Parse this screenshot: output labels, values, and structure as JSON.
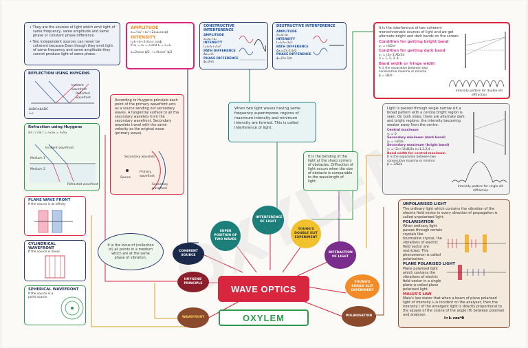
{
  "center": {
    "title": "WAVE OPTICS",
    "brand": "OXYLEM",
    "watermark": "OXYLEM"
  },
  "nodes": {
    "wavefront": "WAVEFRONT",
    "huygens": "HUYGENS' PRINCIPLE",
    "coherent": "COHERENT SOURCE",
    "superposition": "SUPER POSITION OF TWO WAVES",
    "interference": "INTERFERENCE OF LIGHT",
    "youngs_double": "YOUNG'S DOUBLE SLIT EXPERIMENT",
    "diffraction": "DIFFRACTION OF LIGHT",
    "youngs_single": "YOUNG'S SINGLE SLIT EXPERIMENT",
    "polarisation": "POLARISATION"
  },
  "coherent_box": {
    "p1": "They are the sources of light which emit light of same frequency, same amplitude and same phase or constant phase difference.",
    "p2": "Two independent sources can never be coherent because Even though they emit light of same frequency and same amplitude they cannot produce light of same phase."
  },
  "amplitude_box": {
    "h1": "AMPLITUDE",
    "f1": "a=√(a₁²+a₂²+2a₁a₂cosϕ)",
    "h2": "INTENSITY",
    "f2": "I=I₁+I₂+2√(I₁I₂) cosϕ",
    "f3": "If a₁ = a₂ = a and I₁ = I₂=I₀",
    "f4": "a=2acos ϕ/2",
    "f5": "I=4I₀cos² ϕ/2"
  },
  "constructive_box": {
    "h": "CONSTRUCTIVE INTERFERENCE",
    "l1": "AMPLITUDE",
    "v1": "a=a₁+a₂",
    "l2": "INTENSITY",
    "v2": "I=(√I₁+√I₂)²",
    "l3": "PATH DIFFERENCE",
    "v3": "Δx=nλ",
    "l4": "PHASE DIFFERENCE",
    "v4": "ϕ=2nπ"
  },
  "destructive_box": {
    "h": "DESTRUCTIVE INTERFERENCE",
    "l1": "AMPLITUDE",
    "v1": "a=a₁-a₂",
    "l2": "INTENSITY",
    "v2": "I=(√I₁-√I₂)²",
    "l3": "PATH DIFFERENCE",
    "v3": "Δx=(2n-1)λ/2",
    "l4": "PHASE DIFFERENCE",
    "v4": "ϕ=(2n-1)π"
  },
  "ydse_box": {
    "p": "It is the interference of two coherent monochromatic sources of light and we get alternate bright and dark bands on the screen.",
    "h1": "Condition for getting bright band",
    "f1": "yₙ = nλD/d",
    "h2": "Condition for getting dark band",
    "f2": "yₙ = (2n-1)λD/2d",
    "f2b": "n = 1, 2, 3, 4 ...",
    "h3": "Band width or fringe width",
    "p3": "It is the separation between two consecutive maxima or minima",
    "f3": "β = λD/d",
    "cap": "Intensity pattern for double slit diffraction"
  },
  "reflection_box": {
    "h": "REFLECTION USING HUYGENS",
    "l1": "Incident wavefront",
    "l2": "Reflected wavefront",
    "f": "ΔABC≅ΔADC",
    "f2": "i=r"
  },
  "refraction_box": {
    "h": "Refraction using Huygens",
    "f": "sin i / sin r = v₁/v₂ = n₂/n₁",
    "l1": "Incident wavefront",
    "l2": "Medium 1",
    "l3": "Medium 2",
    "l4": "Refracted wavefront"
  },
  "huygens_box": {
    "p": "According to Huygens principle each point of the primary wavefront acts as a source sending out secondary waves. A tangential surface to all the secondary wavelets from the secondary wavefront. Secondary wavelets travel with the same velocity as the original wave (primary wave).",
    "l1": "Secondary wavelets",
    "l2": "Source",
    "l3": "Primary wavefront",
    "l4": "Secondary wavefront"
  },
  "interference_def": "When two light waves having same frequency superimpose, regions of maximum intensity and minimum intensity are formed. This is called interference of light.",
  "diffraction_def": "It is the bending of the light at the sharp corners of obstacles. Diffraction of light occurs when the size of obstacle is comparable to the wavelength of light.",
  "single_slit_box": {
    "p": "Light is passed through single narrow slit a broad pattern with a central bright region is seen. On both sides, there are alternate dark and bright regions; the intensity becoming weaker away from the centre.",
    "h1": "Central maximum",
    "f1": "yₙ = 0",
    "h2": "Secondary minimum (dark band)",
    "f2": "yₙ = nλD/a",
    "h3": "Secondary maximum (bright band)",
    "f3": "yₙ = (2n+1)λD/2a",
    "f3b": "n=1,2,3,4 ...",
    "h4": "Band width for central maximum",
    "p4": "It is the separation between two consecutive maxima or minima",
    "f4": "β = 2λD/a",
    "cap": "Intensity pattern for single slit diffraction"
  },
  "wavefront_def": "It is the locus of (collection of) all points in a medium which are at the same phase of vibration.",
  "wavefront_types": [
    {
      "h": "PLANE WAVE FRONT",
      "p": "If the source is at infinity"
    },
    {
      "h": "CYLINDRICAL WAVEFRONT",
      "p": "If the source is linear."
    },
    {
      "h": "SPHERICAL WAVEFRONT",
      "p": "If the source is a point source."
    }
  ],
  "polar_box": {
    "h1": "UNPOLARISED LIGHT",
    "p1": "The ordinary light which contains the vibration of the electric field vector in every direction of propagation is called unpolarised light.",
    "h2": "POLARISATION",
    "p2": "When ordinary light passes through certain crystals like tourmaline crystal, the vibrations of electric field vector are restricted. This phenomenon is called polarisation.",
    "h3": "PLANE POLARISED LIGHT",
    "p3": "Plane polarised light which contains the vibrations of electric field vector in a single plane is called plane polarised light.",
    "h4": "MALUS'S LAW",
    "p4": "Malu's law states that when a beam of plane polarised light of intensity I₀ is incident on the analyser, then the intensity I of the emergent light is directly proportional to the square of the cosine of the angle (θ) between polariser and analyser.",
    "f4": "I=I₀ cos²θ"
  },
  "colors": {
    "red": "#d7263d",
    "navy": "#1b2a4a",
    "teal": "#1d7f7a",
    "green": "#2d9a4b",
    "orange": "#f28c28",
    "brown": "#8a4a2b",
    "maroon": "#8c1d2b",
    "purple": "#7a2d8c"
  }
}
